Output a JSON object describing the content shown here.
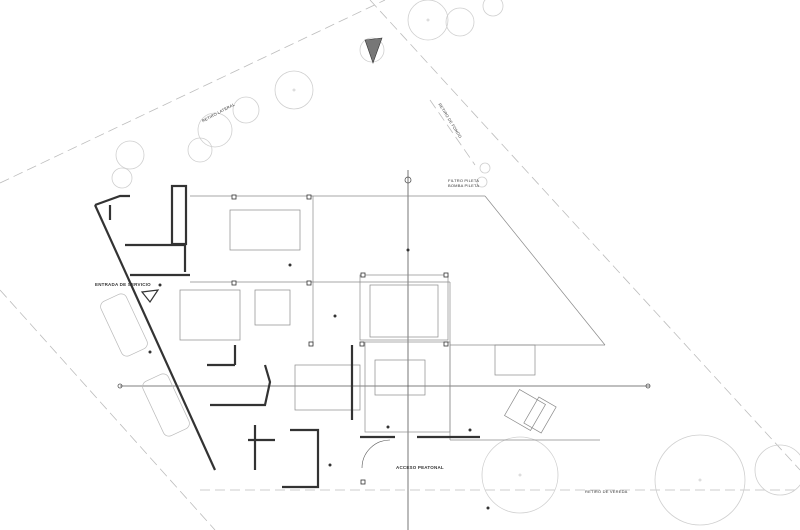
{
  "plan": {
    "labels": {
      "service_entrance": "ENTRADA DE SERVICIO",
      "pedestrian_access": "ACCESO PEATONAL",
      "pool_filter": "FILTRO PILETA",
      "pool_pump": "BOMBA PILETA",
      "side_setback": "RETIRO LATERAL",
      "rear_setback": "RETIRO DE FONDO",
      "front_setback": "RETIRO DE VEREDA"
    },
    "colors": {
      "wall": "#333333",
      "thin_line": "#8a8a8a",
      "tree": "#cfcfcf",
      "dashed_boundary": "#bdbdbd"
    },
    "icons": [
      "north-arrow-icon",
      "tree-icon",
      "car-icon",
      "level-marker-icon"
    ]
  }
}
